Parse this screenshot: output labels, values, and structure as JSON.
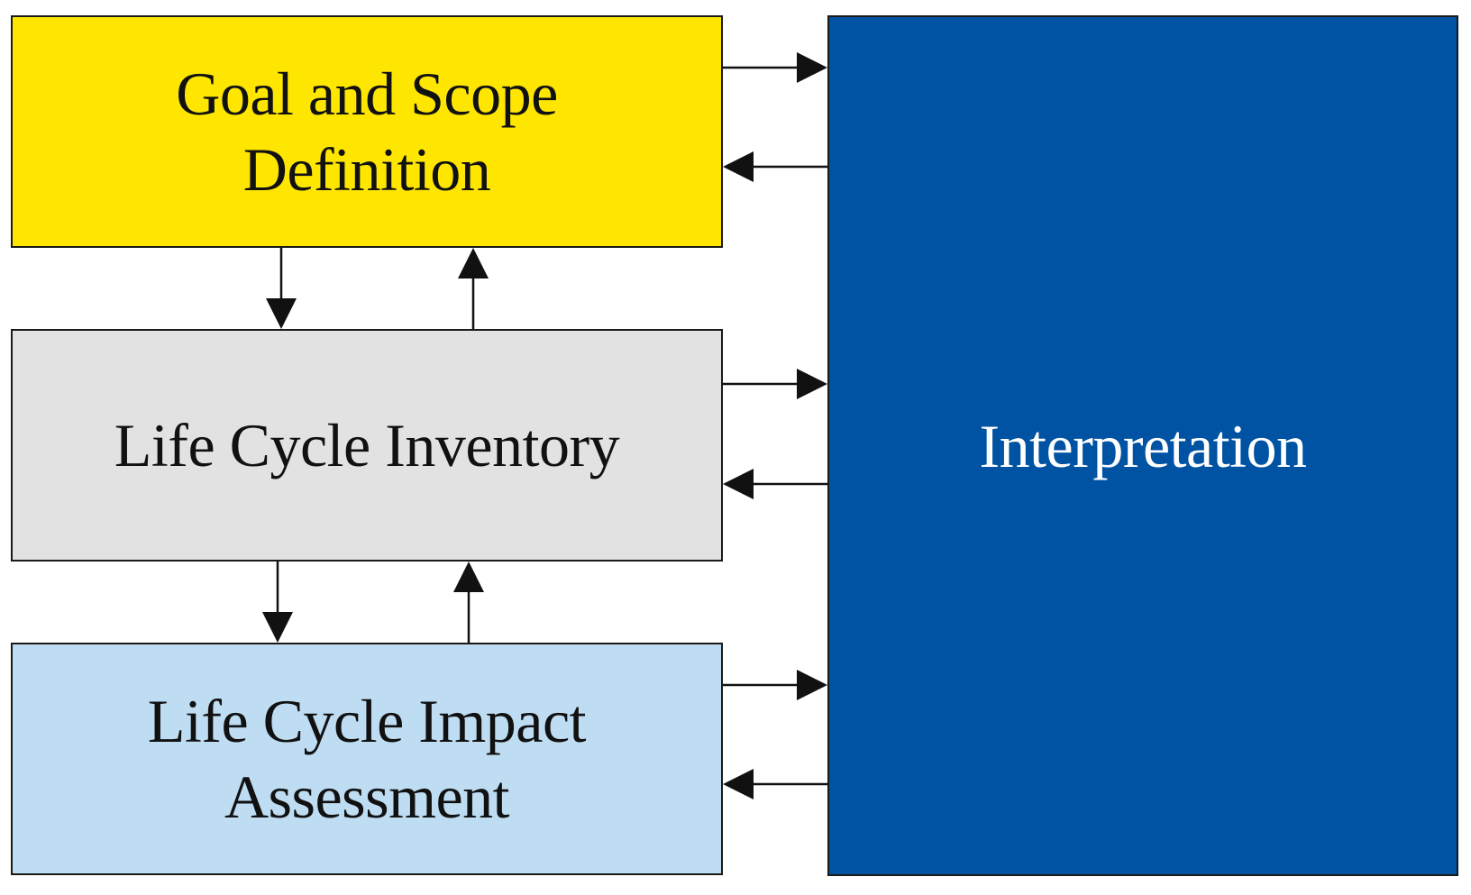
{
  "diagram": {
    "boxes": {
      "goal": {
        "lines": [
          "Goal and Scope",
          "Definition"
        ],
        "fill": "#FFE600",
        "text_color": "#111111"
      },
      "inventory": {
        "lines": [
          "Life Cycle Inventory"
        ],
        "fill": "#E2E2E2",
        "text_color": "#111111"
      },
      "impact": {
        "lines": [
          "Life Cycle Impact",
          "Assessment"
        ],
        "fill": "#BEDCF2",
        "text_color": "#111111"
      },
      "interpretation": {
        "lines": [
          "Interpretation"
        ],
        "fill": "#0052A3",
        "text_color": "#FFFFFF"
      }
    },
    "connections": [
      {
        "from": "goal",
        "to": "interpretation"
      },
      {
        "from": "interpretation",
        "to": "goal"
      },
      {
        "from": "goal",
        "to": "inventory"
      },
      {
        "from": "inventory",
        "to": "goal"
      },
      {
        "from": "inventory",
        "to": "interpretation"
      },
      {
        "from": "interpretation",
        "to": "inventory"
      },
      {
        "from": "inventory",
        "to": "impact"
      },
      {
        "from": "impact",
        "to": "inventory"
      },
      {
        "from": "impact",
        "to": "interpretation"
      },
      {
        "from": "interpretation",
        "to": "impact"
      }
    ],
    "arrow_color": "#111111"
  }
}
